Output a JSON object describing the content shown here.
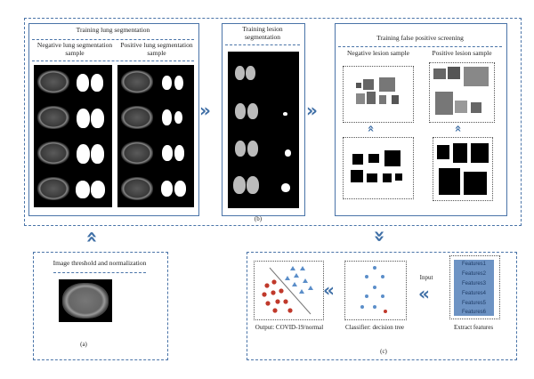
{
  "panel_top": {
    "lung": {
      "title": "Training lung segmentation",
      "neg_label": "Negative lung segmentation sample",
      "pos_label": "Positive lung segmentation sample"
    },
    "lesion": {
      "title": "Training lesion segmentation"
    },
    "fps": {
      "title": "Training false positive screening",
      "neg_label": "Negative lesion sample",
      "pos_label": "Positive lesion sample"
    },
    "caption": "(b)"
  },
  "panel_a": {
    "title": "Image threshold and normalization",
    "caption": "(a)"
  },
  "panel_c": {
    "output_label": "Output: COVID-19/normal",
    "classifier_label": "Classifier: decision tree",
    "extract_label": "Extract features",
    "input_label": "Input",
    "features": [
      "Features1",
      "Features2",
      "Features3",
      "Features4",
      "Features5",
      "Features6"
    ],
    "caption": "(c)"
  },
  "colors": {
    "accent": "#3f6fa6",
    "dot_blue": "#5b8ec9",
    "dot_red": "#c0392b",
    "feature_box": "#6d93c4"
  },
  "icons": {
    "arrow": "double-chevron"
  }
}
